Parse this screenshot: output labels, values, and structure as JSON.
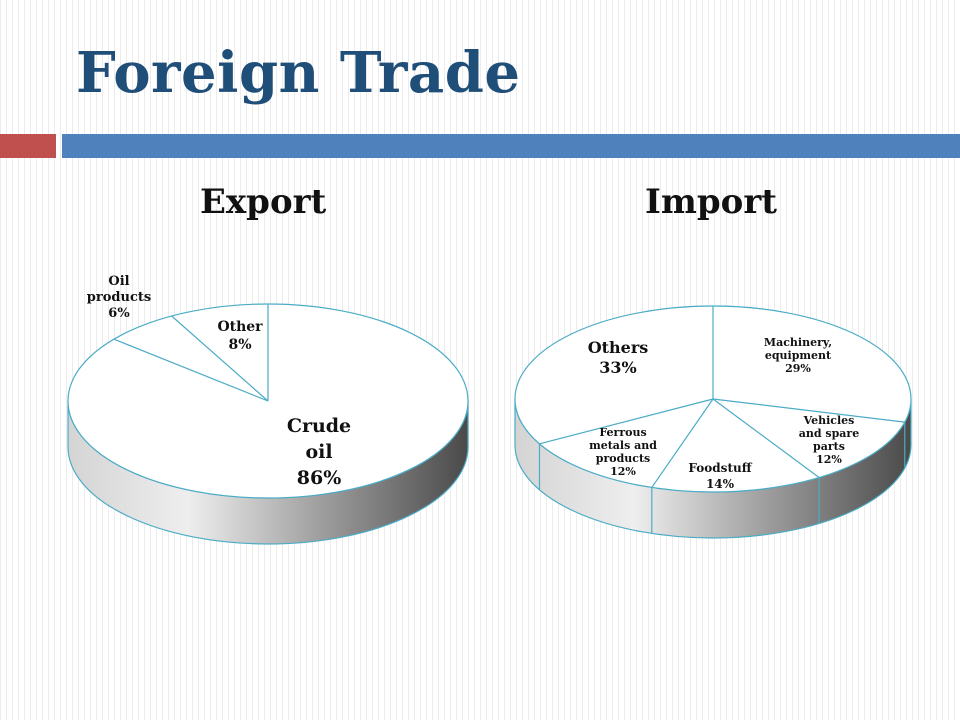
{
  "title": "Foreign Trade",
  "colors": {
    "title": "#1f4e79",
    "accent_red": "#c0504d",
    "accent_blue": "#4f81bd",
    "pie_edge": "#4bacc6"
  },
  "chart_data": [
    {
      "type": "pie",
      "title": "Export",
      "slices": [
        {
          "label": [
            "Crude",
            "oil"
          ],
          "percent": "86%",
          "value": 86
        },
        {
          "label": [
            "Oil",
            "products"
          ],
          "percent": "6%",
          "value": 6
        },
        {
          "label": [
            "Other"
          ],
          "percent": "8%",
          "value": 8
        }
      ]
    },
    {
      "type": "pie",
      "title": "Import",
      "slices": [
        {
          "label": [
            "Machinery,",
            "equipment"
          ],
          "percent": "29%",
          "value": 29
        },
        {
          "label": [
            "Vehicles",
            "and spare",
            "parts"
          ],
          "percent": "12%",
          "value": 12
        },
        {
          "label": [
            "Foodstuff"
          ],
          "percent": "14%",
          "value": 14
        },
        {
          "label": [
            "Ferrous",
            "metals and",
            "products"
          ],
          "percent": "12%",
          "value": 12
        },
        {
          "label": [
            "Others"
          ],
          "percent": "33%",
          "value": 33
        }
      ]
    }
  ]
}
